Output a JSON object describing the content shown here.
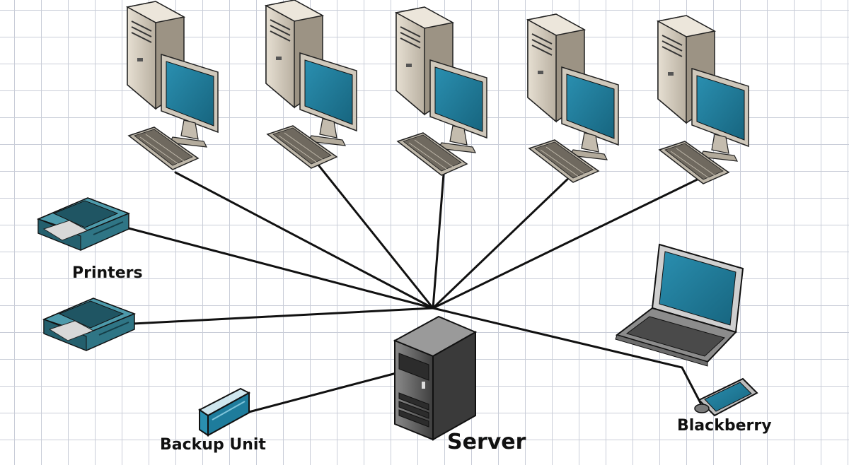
{
  "labels": {
    "printers": "Printers",
    "backup_unit": "Backup Unit",
    "server": "Server",
    "blackberry": "Blackberry"
  },
  "nodes": {
    "workstations": 5,
    "printers": 2,
    "laptops": 1,
    "backup_units": 1,
    "smartphones": 1,
    "servers": 1
  },
  "colors": {
    "screen": "#1e7c9c",
    "case": "#d8d0c2",
    "printer": "#2f7585",
    "server": "#6a6a6a",
    "cable": "#111111",
    "grid": "#c9cdd8"
  },
  "icons": [
    "desktop-computer-icon",
    "printer-icon",
    "laptop-icon",
    "backup-unit-icon",
    "smartphone-icon",
    "server-icon"
  ]
}
